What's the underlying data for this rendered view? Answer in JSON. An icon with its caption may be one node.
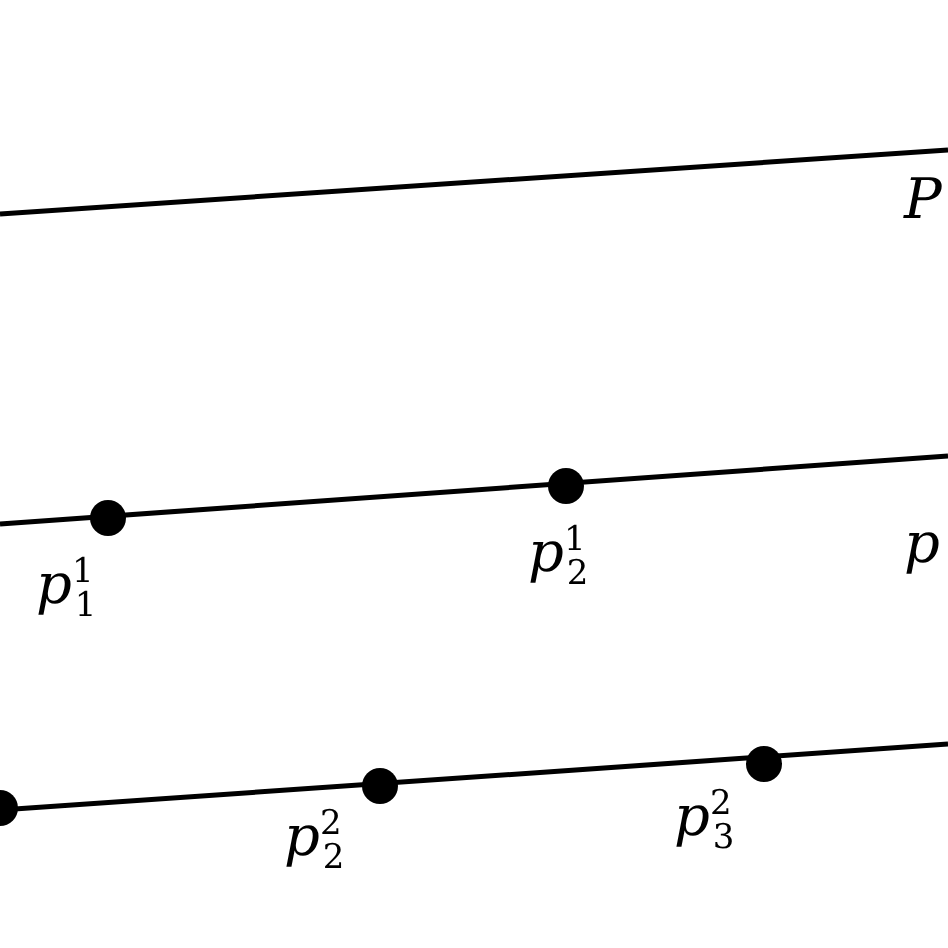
{
  "diagram": {
    "labels": [
      "P",
      "p$^{1}$$_{1}$",
      "p$^{1}$$_{2}$",
      "p",
      "p$^{2}$$_{2}$",
      "p$^{2}$$_{3}$"
    ]
  }
}
